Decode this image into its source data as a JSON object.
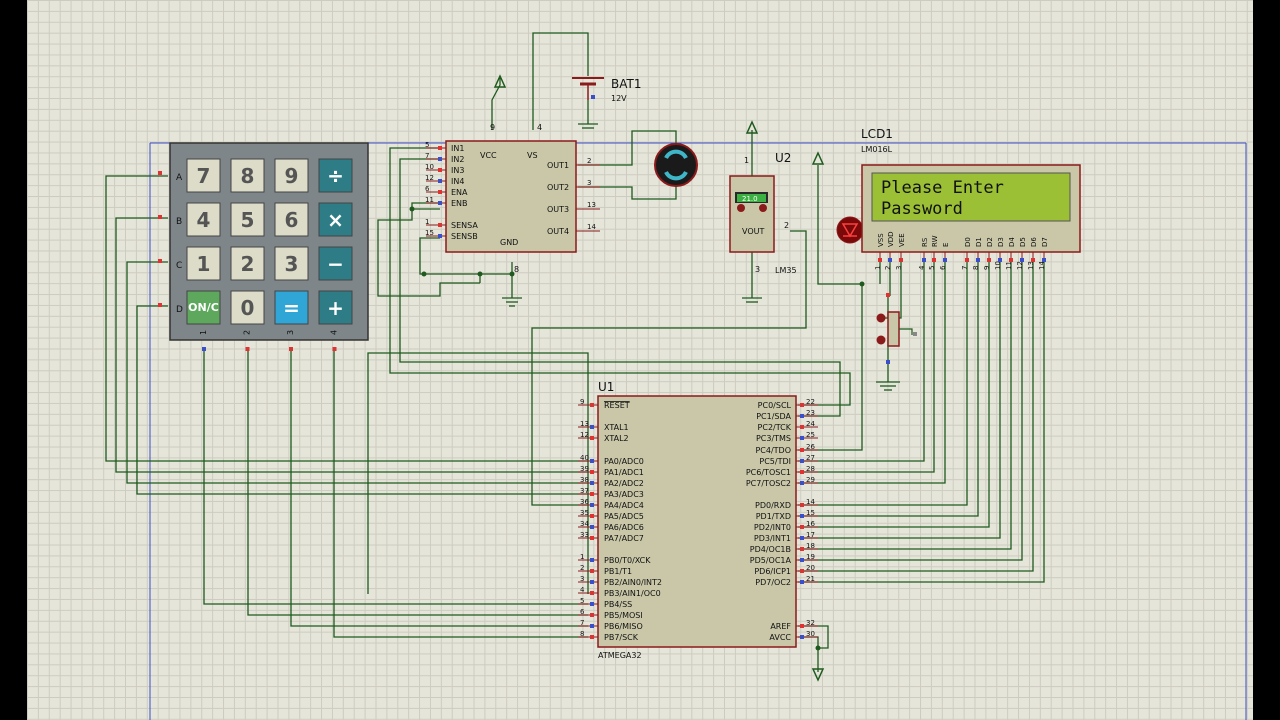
{
  "keypad": {
    "rows": [
      "A",
      "B",
      "C",
      "D"
    ],
    "cols": [
      "1",
      "2",
      "3",
      "4"
    ],
    "keys": [
      "7",
      "8",
      "9",
      "÷",
      "4",
      "5",
      "6",
      "×",
      "1",
      "2",
      "3",
      "−",
      "ON/C",
      "0",
      "=",
      "+"
    ]
  },
  "driver": {
    "left_pins": [
      {
        "n": "5",
        "label": "IN1"
      },
      {
        "n": "7",
        "label": "IN2"
      },
      {
        "n": "10",
        "label": "IN3"
      },
      {
        "n": "12",
        "label": "IN4"
      },
      {
        "n": "6",
        "label": "ENA"
      },
      {
        "n": "11",
        "label": "ENB"
      },
      {
        "n": "1",
        "label": "SENSA"
      },
      {
        "n": "15",
        "label": "SENSB"
      }
    ],
    "right_pins": [
      {
        "n": "2",
        "label": "OUT1"
      },
      {
        "n": "3",
        "label": "OUT2"
      },
      {
        "n": "13",
        "label": "OUT3"
      },
      {
        "n": "14",
        "label": "OUT4"
      }
    ],
    "vcc": "VCC",
    "vs": "VS",
    "gnd": "GND",
    "pin_vcc": "9",
    "pin_vs": "4",
    "pin_gnd": "8"
  },
  "battery": {
    "name": "BAT1",
    "value": "12V"
  },
  "sensor": {
    "ref": "U2",
    "model": "LM35",
    "reading": "21.0",
    "vout": "VOUT",
    "pin1": "1",
    "pin2": "2",
    "pin3": "3"
  },
  "lcd": {
    "ref": "LCD1",
    "model": "LM016L",
    "line1": "Please Enter",
    "line2": "Password",
    "pins": [
      {
        "n": "1",
        "label": "VSS"
      },
      {
        "n": "2",
        "label": "VDD"
      },
      {
        "n": "3",
        "label": "VEE"
      },
      {
        "n": "4",
        "label": "RS"
      },
      {
        "n": "5",
        "label": "RW"
      },
      {
        "n": "6",
        "label": "E"
      },
      {
        "n": "7",
        "label": "D0"
      },
      {
        "n": "8",
        "label": "D1"
      },
      {
        "n": "9",
        "label": "D2"
      },
      {
        "n": "10",
        "label": "D3"
      },
      {
        "n": "11",
        "label": "D4"
      },
      {
        "n": "12",
        "label": "D5"
      },
      {
        "n": "13",
        "label": "D6"
      },
      {
        "n": "14",
        "label": "D7"
      }
    ]
  },
  "mcu": {
    "ref": "U1",
    "model": "ATMEGA32",
    "left_pins": [
      {
        "n": "9",
        "label": "RESET"
      },
      {
        "n": "13",
        "label": "XTAL1"
      },
      {
        "n": "12",
        "label": "XTAL2"
      },
      {
        "n": "40",
        "label": "PA0/ADC0"
      },
      {
        "n": "39",
        "label": "PA1/ADC1"
      },
      {
        "n": "38",
        "label": "PA2/ADC2"
      },
      {
        "n": "37",
        "label": "PA3/ADC3"
      },
      {
        "n": "36",
        "label": "PA4/ADC4"
      },
      {
        "n": "35",
        "label": "PA5/ADC5"
      },
      {
        "n": "34",
        "label": "PA6/ADC6"
      },
      {
        "n": "33",
        "label": "PA7/ADC7"
      },
      {
        "n": "1",
        "label": "PB0/T0/XCK"
      },
      {
        "n": "2",
        "label": "PB1/T1"
      },
      {
        "n": "3",
        "label": "PB2/AIN0/INT2"
      },
      {
        "n": "4",
        "label": "PB3/AIN1/OC0"
      },
      {
        "n": "5",
        "label": "PB4/SS"
      },
      {
        "n": "6",
        "label": "PB5/MOSI"
      },
      {
        "n": "7",
        "label": "PB6/MISO"
      },
      {
        "n": "8",
        "label": "PB7/SCK"
      }
    ],
    "right_pins": [
      {
        "n": "22",
        "label": "PC0/SCL"
      },
      {
        "n": "23",
        "label": "PC1/SDA"
      },
      {
        "n": "24",
        "label": "PC2/TCK"
      },
      {
        "n": "25",
        "label": "PC3/TMS"
      },
      {
        "n": "26",
        "label": "PC4/TDO"
      },
      {
        "n": "27",
        "label": "PC5/TDI"
      },
      {
        "n": "28",
        "label": "PC6/TOSC1"
      },
      {
        "n": "29",
        "label": "PC7/TOSC2"
      },
      {
        "n": "14",
        "label": "PD0/RXD"
      },
      {
        "n": "15",
        "label": "PD1/TXD"
      },
      {
        "n": "16",
        "label": "PD2/INT0"
      },
      {
        "n": "17",
        "label": "PD3/INT1"
      },
      {
        "n": "18",
        "label": "PD4/OC1B"
      },
      {
        "n": "19",
        "label": "PD5/OC1A"
      },
      {
        "n": "20",
        "label": "PD6/ICP1"
      },
      {
        "n": "21",
        "label": "PD7/OC2"
      },
      {
        "n": "32",
        "label": "AREF"
      },
      {
        "n": "30",
        "label": "AVCC"
      }
    ]
  }
}
